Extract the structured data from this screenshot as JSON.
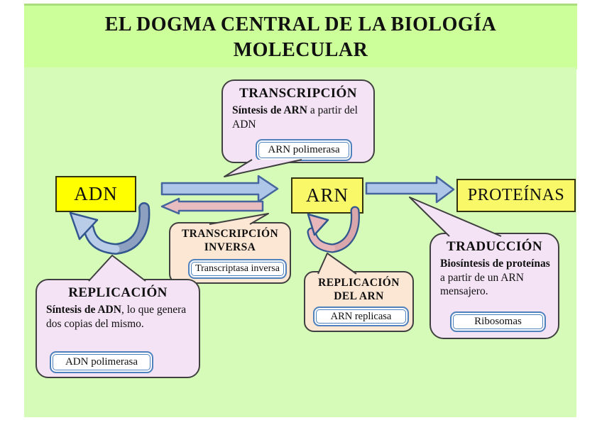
{
  "title": {
    "line1": "EL DOGMA CENTRAL DE LA BIOLOGÍA",
    "line2": "MOLECULAR"
  },
  "nodes": {
    "adn": {
      "label": "ADN"
    },
    "arn": {
      "label": "ARN"
    },
    "proteinas": {
      "label": "PROTEÍNAS"
    }
  },
  "bubbles": {
    "transcripcion": {
      "title": "TRANSCRIPCIÓN",
      "body_bold": "Síntesis de ARN",
      "body_rest": " a partir del ADN",
      "enzyme": "ARN polimerasa"
    },
    "transcripcion_inversa": {
      "title_line1": "TRANSCRIPCIÓN",
      "title_line2": "INVERSA",
      "enzyme": "Transcriptasa inversa"
    },
    "replicacion": {
      "title": "REPLICACIÓN",
      "body_bold": "Síntesis de ADN",
      "body_rest": ", lo que genera dos copias del mismo.",
      "enzyme": "ADN polimerasa"
    },
    "replicacion_arn": {
      "title_line1": "REPLICACIÓN",
      "title_line2": "DEL ARN",
      "enzyme": "ARN replicasa"
    },
    "traduccion": {
      "title": "TRADUCCIÓN",
      "body_bold": "Biosíntesis de proteínas",
      "body_rest": " a partir de un ARN mensajero.",
      "enzyme": "Ribosomas"
    }
  },
  "colors": {
    "green_title": "#ccff99",
    "green_main": "#d6fab8",
    "yellow_adn": "#ffff00",
    "yellow_rna": "#f8f868",
    "lavender": "#f4e3f5",
    "peach": "#fce6d4",
    "arrow_blue": "#aec6e8",
    "arrow_pink": "#e9bcc0",
    "arrow_stroke": "#44659e",
    "u_stroke": "#32578f",
    "u_light": "#b9cde9",
    "u_dark": "#8da0bf",
    "u_pink_light": "#e6b6ba",
    "u_pink_dark": "#d9a6ab",
    "enzyme_border": "#4f81bd",
    "bubble_border": "#404040"
  }
}
